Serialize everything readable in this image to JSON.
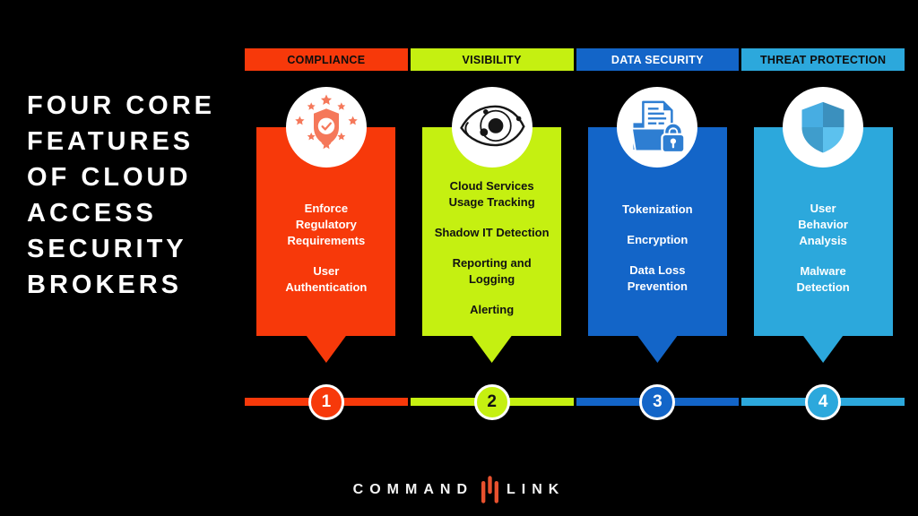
{
  "background": "#000000",
  "title": {
    "lines": [
      "FOUR CORE",
      "FEATURES",
      "OF CLOUD",
      "ACCESS",
      "SECURITY",
      "BROKERS"
    ],
    "color": "#FFFFFF"
  },
  "columns": [
    {
      "header": "COMPLIANCE",
      "number": "1",
      "accent": "#F7390A",
      "icon": "shield-check-stars-icon",
      "icon_color": "#F5785A",
      "header_text_color": "#0D0D0D",
      "body_text_color": "#FFFFFF",
      "number_text_color": "#FFFFFF",
      "items": [
        "Enforce\nRegulatory\nRequirements",
        "User\nAuthentication"
      ]
    },
    {
      "header": "VISIBILITY",
      "number": "2",
      "accent": "#C5F011",
      "icon": "eye-icon",
      "icon_color": "#161616",
      "header_text_color": "#0D0D0D",
      "body_text_color": "#121212",
      "number_text_color": "#121212",
      "items": [
        "Cloud Services\nUsage Tracking",
        "Shadow IT Detection",
        "Reporting and\nLogging",
        "Alerting"
      ]
    },
    {
      "header": "DATA SECURITY",
      "number": "3",
      "accent": "#1365C8",
      "icon": "locked-folder-icon",
      "icon_color": "#2E7ED2",
      "header_text_color": "#FFFFFF",
      "body_text_color": "#FFFFFF",
      "number_text_color": "#FFFFFF",
      "items": [
        "Tokenization",
        "Encryption",
        "Data Loss\nPrevention"
      ]
    },
    {
      "header": "THREAT PROTECTION",
      "number": "4",
      "accent": "#2CA8DC",
      "icon": "shield-quadrants-icon",
      "icon_color": "#47ADE2",
      "header_text_color": "#0D0D0D",
      "body_text_color": "#FFFFFF",
      "number_text_color": "#FFFFFF",
      "items": [
        "User\nBehavior\nAnalysis",
        "Malware\nDetection"
      ]
    }
  ],
  "footer": {
    "brand_left": "COMMAND",
    "brand_right": "LINK",
    "mark_color": "#E8512E"
  }
}
